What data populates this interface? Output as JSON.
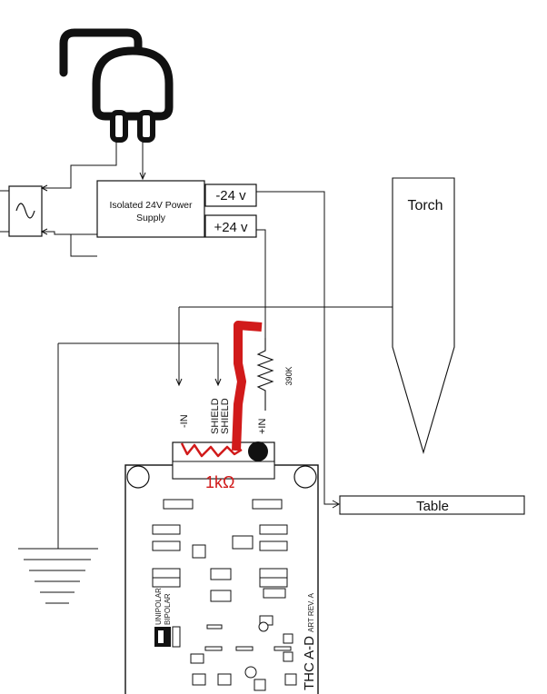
{
  "power_supply": {
    "line1": "Isolated 24V Power",
    "line2": "Supply"
  },
  "terminals": {
    "neg": "-24 v",
    "pos": "+24 v"
  },
  "torch_label": "Torch",
  "table_label": "Table",
  "resistor_label": "390K",
  "input_labels": {
    "minus_in": "-IN",
    "shield": "SHIELD",
    "plus_in": "+IN"
  },
  "board": {
    "label": "THC A-D",
    "revision": "ART REV. A",
    "switch_top": "UNIPOLAR",
    "switch_bottom": "BIPOLAR"
  },
  "annotation": {
    "value": "1kΩ"
  },
  "colors": {
    "line": "#111111",
    "annotation": "#d11a1a"
  }
}
